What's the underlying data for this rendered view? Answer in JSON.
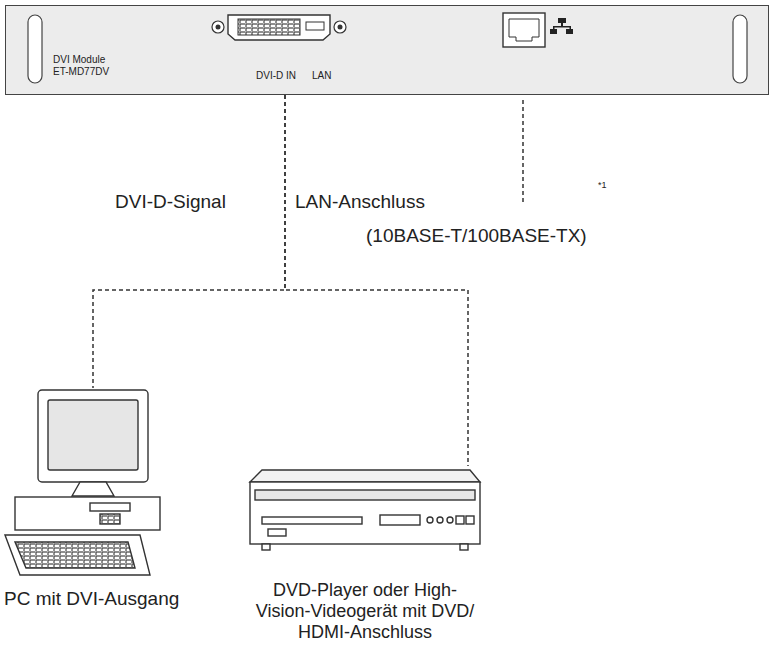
{
  "diagram": {
    "nodes": [
      {
        "text": [
          "DVI Module ET-MD77DV",
          "DVI-D IN",
          "LAN"
        ]
      },
      {
        "text": [
          "PC mit DVI-Ausgang"
        ]
      },
      {
        "text": [
          "DVD-Player oder High- Vision-Videogerät mit DVD/ HDMI-Anschluss"
        ]
      }
    ],
    "edges": [
      {
        "from": 0,
        "to": 1,
        "arrow": "none"
      },
      {
        "from": 0,
        "to": 2,
        "arrow": "none"
      }
    ],
    "labels": [
      "DVI-D-Signal",
      "LAN-Anschluss",
      "(10BASE-T/100BASE-TX)",
      "*1"
    ]
  }
}
